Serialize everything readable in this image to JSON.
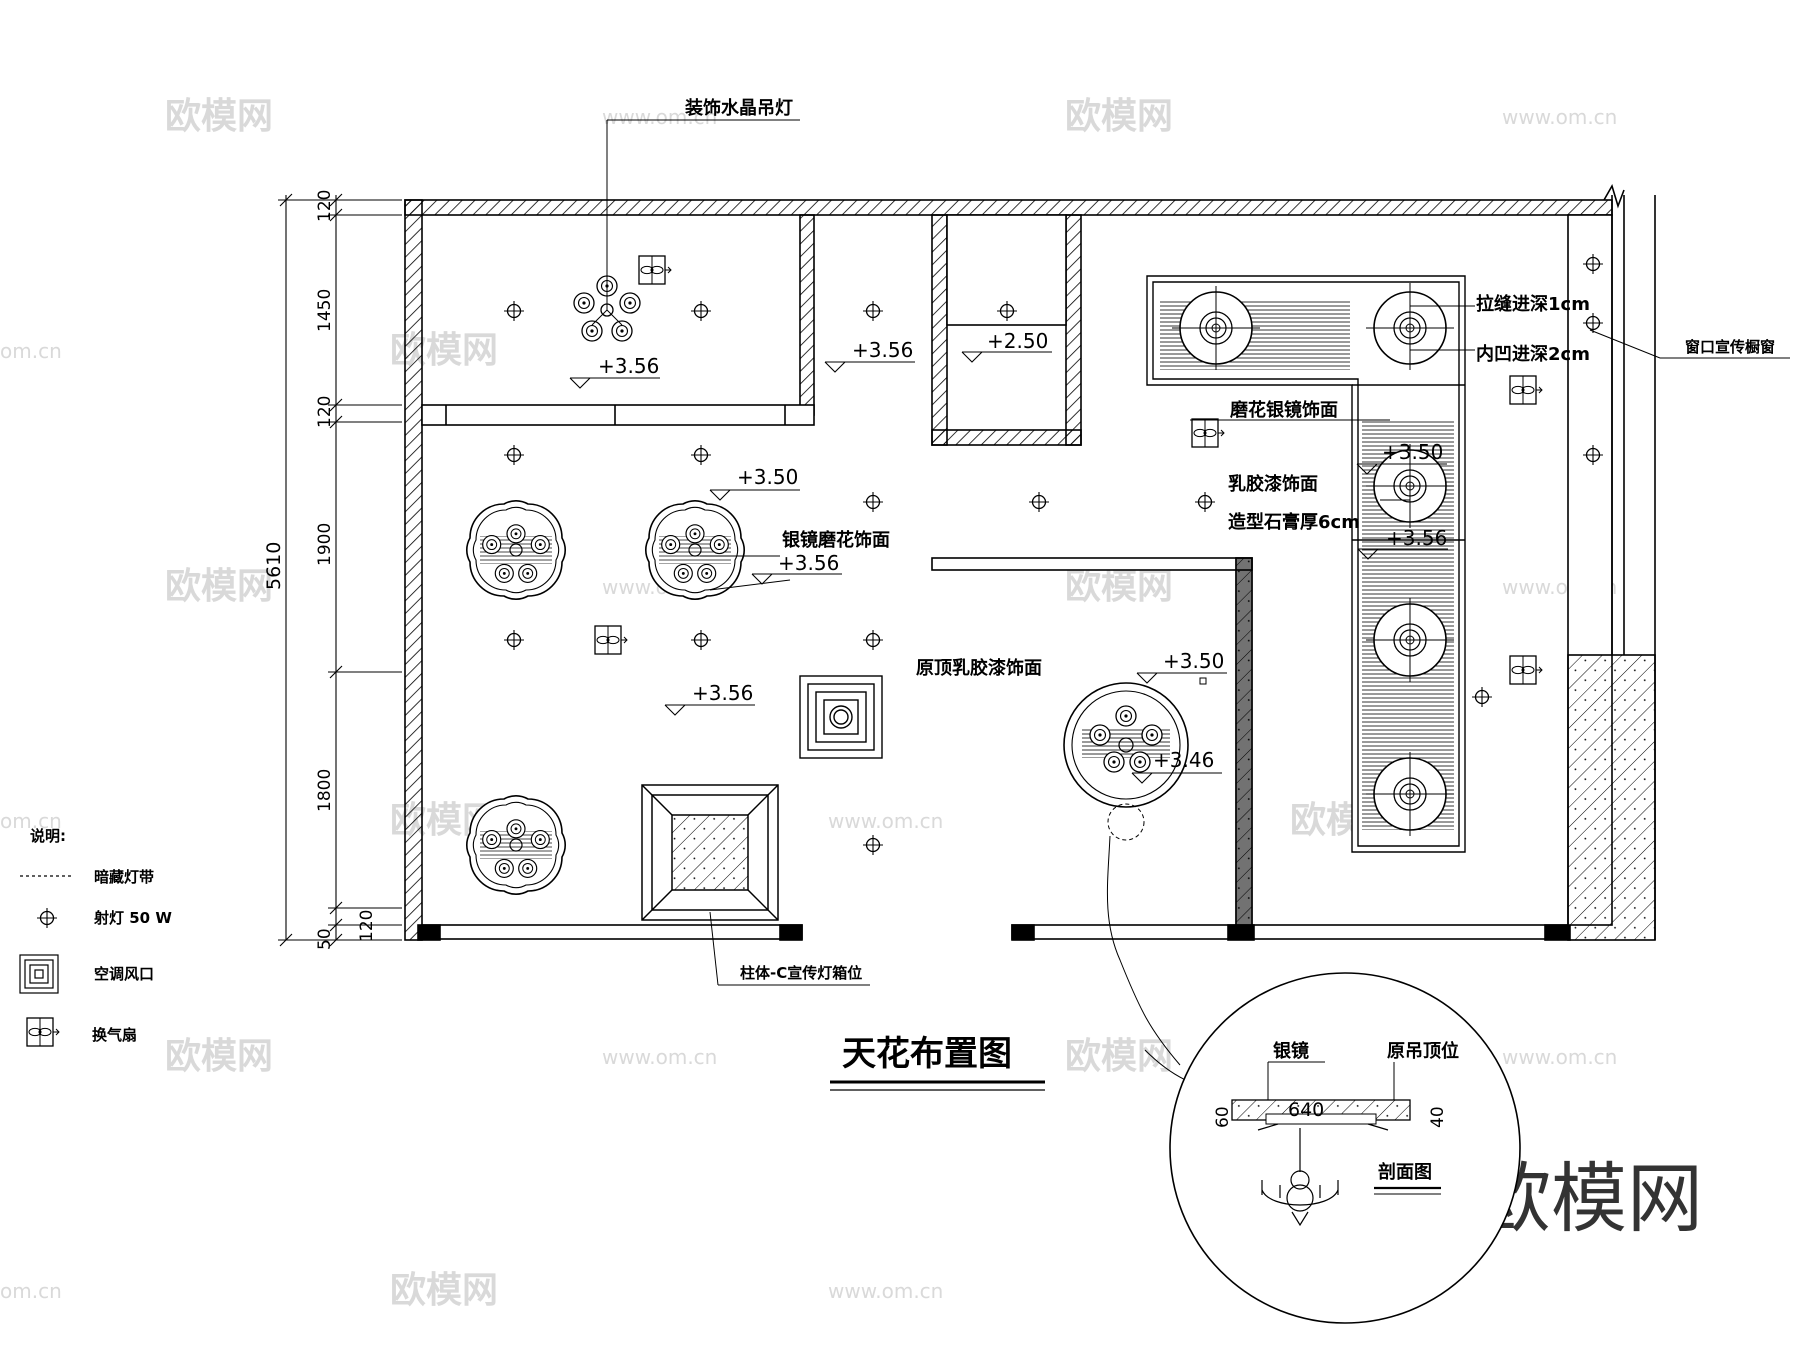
{
  "title": "天花布置图",
  "labels": {
    "chandelier": "装饰水晶吊灯",
    "mirror_frosted": "银镜磨花饰面",
    "original_latex": "原顶乳胶漆饰面",
    "frosted_silver": "磨花银镜饰面",
    "latex_paint": "乳胶漆饰面",
    "gypsum": "造型石膏厚6cm",
    "seam": "拉缝进深1cm",
    "recess": "内凹进深2cm",
    "window_display": "窗口宣传橱窗",
    "column_box": "柱体-C宣传灯箱位"
  },
  "levels": {
    "a": "+3.56",
    "b": "+3.56",
    "c": "+2.50",
    "d": "+3.50",
    "e": "+3.56",
    "f": "+3.56",
    "g": "+3.50",
    "h": "+3.56",
    "i": "+3.50",
    "j": "+3.46"
  },
  "dimensions": {
    "total": "5610",
    "d1": "120",
    "d2": "1450",
    "d3": "120",
    "d4": "1900",
    "d5": "1800",
    "d6": "120",
    "d7": "50"
  },
  "legend": {
    "heading": "说明:",
    "items": [
      {
        "icon": "dashed-line-icon",
        "label": "暗藏灯带"
      },
      {
        "icon": "spotlight-icon",
        "label": "射灯 50 W"
      },
      {
        "icon": "air-vent-icon",
        "label": "空调风口"
      },
      {
        "icon": "exhaust-fan-icon",
        "label": "换气扇"
      }
    ]
  },
  "section": {
    "silver_mirror": "银镜",
    "original_ceiling": "原吊顶位",
    "width": "640",
    "left_dim": "60",
    "right_dim": "40",
    "caption": "剖面图"
  },
  "watermark": {
    "logo": "欧模网",
    "url": "www.om.cn",
    "domain_cut": "om.cn"
  }
}
